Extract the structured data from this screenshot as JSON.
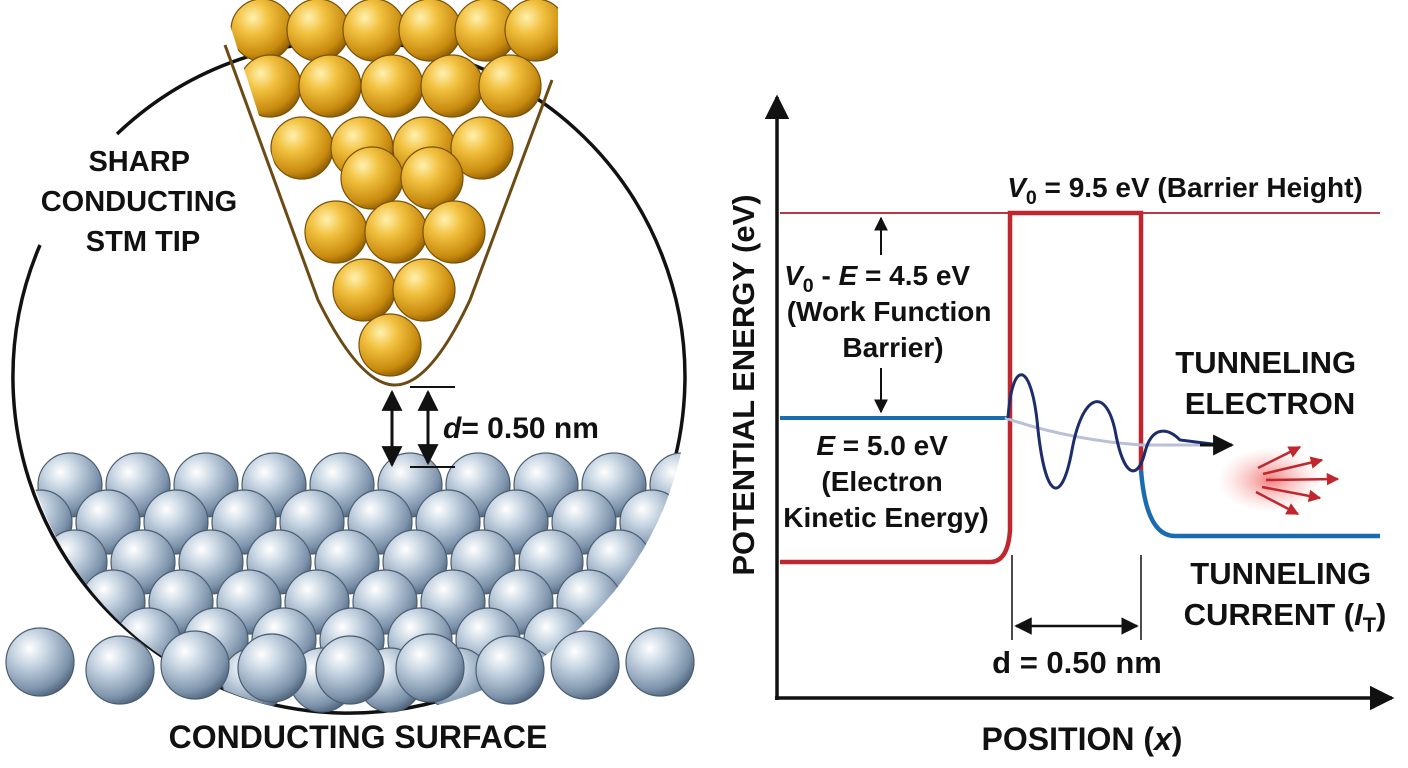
{
  "tip_label": [
    "SHARP",
    "CONDUCTING",
    "STM TIP"
  ],
  "surface_label": "CONDUCTING SURFACE",
  "gap_label": "= 0.50 nm",
  "gap_symbol": "d",
  "energy_diagram": {
    "y_axis_label": "POTENTIAL ENERGY (eV)",
    "x_axis_label_main": "POSITION (",
    "x_axis_label_var": "x",
    "x_axis_label_end": ")",
    "barrier_height": {
      "symbol": "V",
      "subscript": "0",
      "text": " = 9.5 eV (Barrier Height)"
    },
    "work_function": {
      "symbol": "V",
      "subscript": "0",
      "middle": " - ",
      "e_symbol": "E",
      "value": " = 4.5 eV",
      "line2": "(Work Function",
      "line3": "Barrier)"
    },
    "electron_energy": {
      "symbol": "E",
      "value": " = 5.0 eV",
      "line2": "(Electron",
      "line3": "Kinetic Energy)"
    },
    "width_label": "d = 0.50 nm",
    "tunneling_electron": [
      "TUNNELING",
      "ELECTRON"
    ],
    "tunneling_current": {
      "line1": "TUNNELING",
      "line2": "CURRENT (",
      "symbol": "I",
      "subscript": "T",
      "end": ")"
    }
  },
  "colors": {
    "barrier_red": "#c0262d",
    "energy_blue": "#1a6cb0",
    "tip_gold": "#e3a81c",
    "surface_silver": "#9fb3c8",
    "wave_navy": "#1d2d6b"
  }
}
